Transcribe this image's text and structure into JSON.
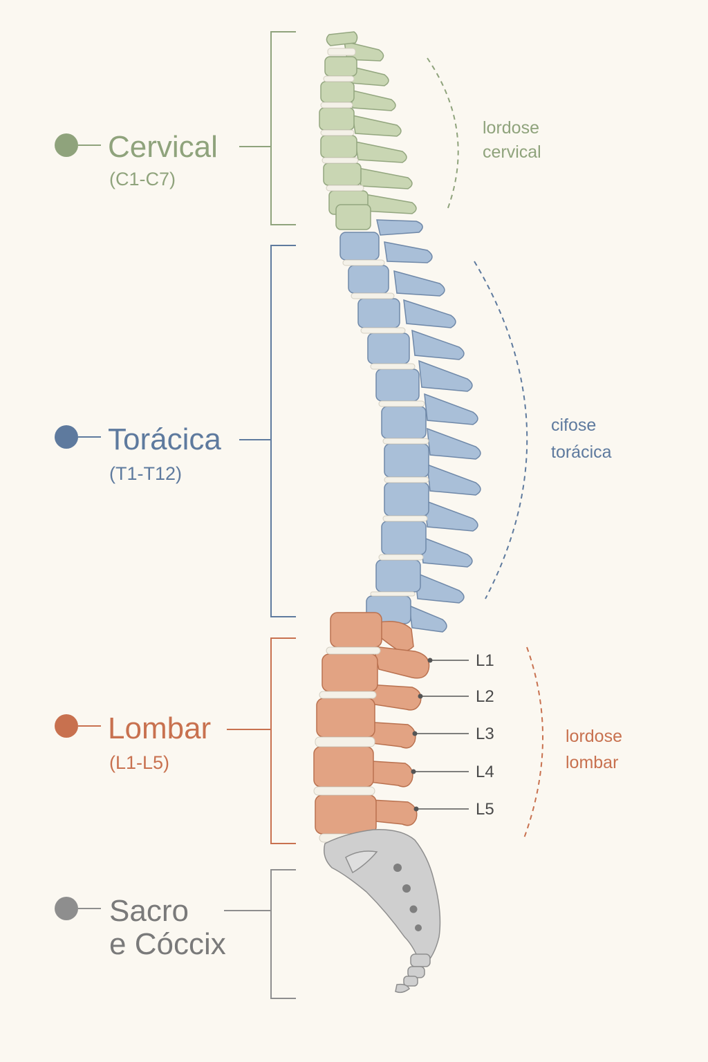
{
  "colors": {
    "background": "#fbf8f1",
    "cervical": "#8fa37c",
    "cervical_bone": "#c9d6b3",
    "thoracic": "#5e7a9e",
    "thoracic_bone": "#a9bfd8",
    "lumbar": "#c8714f",
    "lumbar_bone": "#e2a383",
    "sacral": "#8e8e8e",
    "sacral_bone": "#cfcfcf",
    "disc": "#f4f1e8"
  },
  "regions": [
    {
      "id": "cervical",
      "title": "Cervical",
      "range": "(C1-C7)",
      "color": "#8fa37c"
    },
    {
      "id": "thoracic",
      "title": "Torácica",
      "range": "(T1-T12)",
      "color": "#5e7a9e"
    },
    {
      "id": "lumbar",
      "title": "Lombar",
      "range": "(L1-L5)",
      "color": "#c8714f"
    },
    {
      "id": "sacral",
      "title_line1": "Sacro",
      "title_line2": "e Cóccix",
      "color": "#8e8e8e"
    }
  ],
  "curves": {
    "cervical": {
      "line1": "lordose",
      "line2": "cervical"
    },
    "thoracic": {
      "line1": "cifose",
      "line2": "torácica"
    },
    "lumbar": {
      "line1": "lordose",
      "line2": "lombar"
    }
  },
  "lumbar_vertebrae": [
    "L1",
    "L2",
    "L3",
    "L4",
    "L5"
  ]
}
